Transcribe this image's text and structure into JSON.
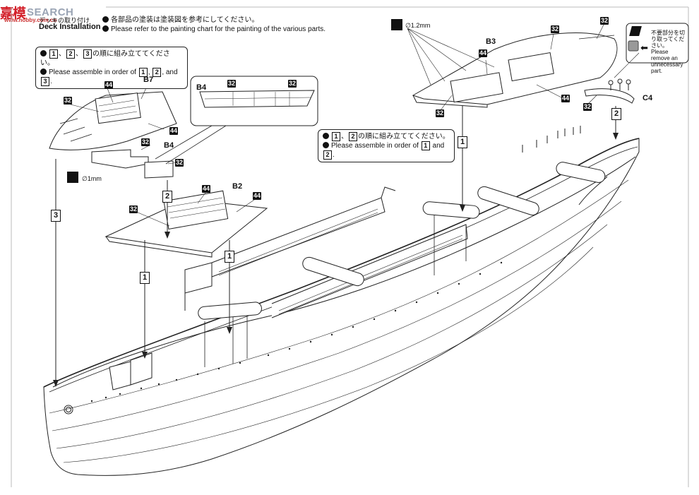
{
  "watermark": {
    "logo": "嘉模",
    "site": "SEARCH",
    "url": "www.hobby.com.cn"
  },
  "header": {
    "title_jp": "デッキの取り付け",
    "title_en": "Deck Installation",
    "paint_note_jp": "各部品の塗装は塗装図を参考にしてください。",
    "paint_note_en": "Please refer to the painting chart for the painting of the various parts."
  },
  "note_left": {
    "jp_pre": "、",
    "jp_post": "の順に組み立ててください。",
    "en_pre": "Please assemble in order of",
    "en_and": "and",
    "steps": [
      "1",
      "2",
      "3"
    ]
  },
  "note_right": {
    "jp_post": "の順に組み立ててください。",
    "en_pre": "Please assemble in order of",
    "en_and": "and",
    "steps": [
      "1",
      "2"
    ]
  },
  "cut_note": {
    "jp": "不要部分を切り取ってください。",
    "en": "Please remove an unnecessary part."
  },
  "parts": {
    "b7": "B7",
    "b4a": "B4",
    "b4b": "B4",
    "b2": "B2",
    "b3": "B3",
    "c4": "C4"
  },
  "part_numbers": {
    "n32": "32",
    "n44": "44"
  },
  "dims": {
    "d1": "∅1mm",
    "d12": "∅1.2mm"
  },
  "steps": {
    "s1": "1",
    "s2": "2",
    "s3": "3"
  }
}
